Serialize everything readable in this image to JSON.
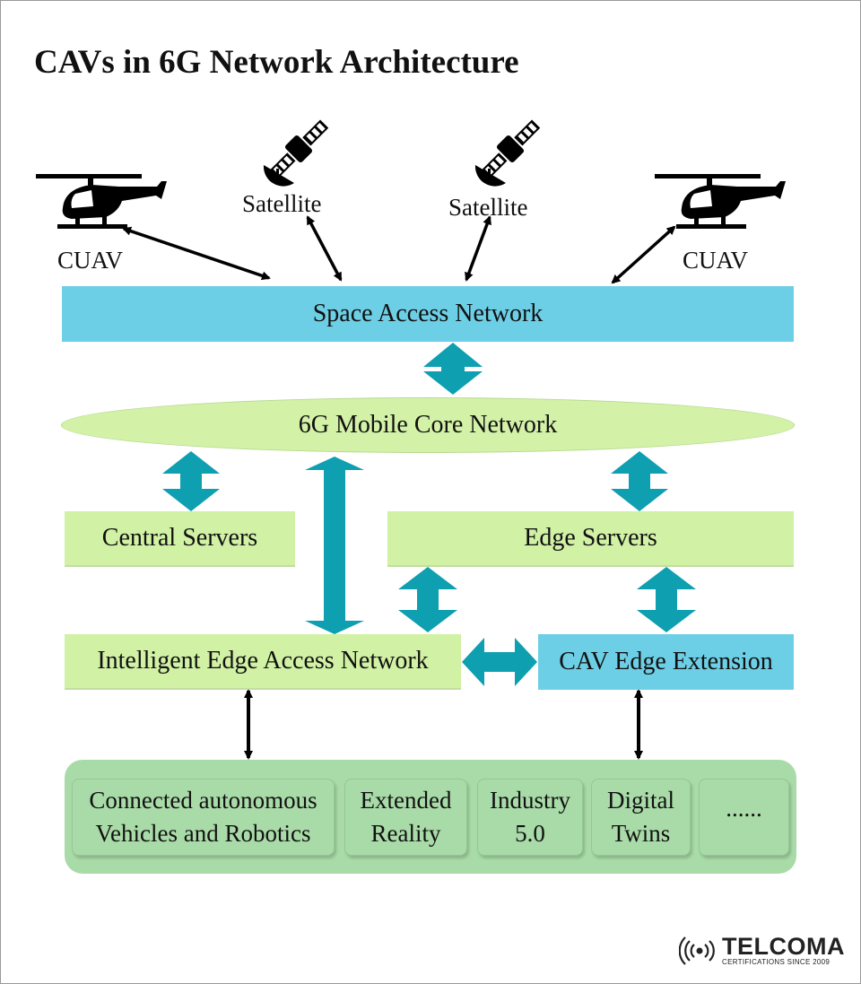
{
  "title": "CAVs in 6G Network Architecture",
  "nodes": {
    "cuav_left": "CUAV",
    "cuav_right": "CUAV",
    "satellite_left": "Satellite",
    "satellite_right": "Satellite",
    "space_access_network": "Space Access Network",
    "mobile_core_network": "6G Mobile Core Network",
    "central_servers": "Central Servers",
    "edge_servers": "Edge Servers",
    "intelligent_edge_access_network": "Intelligent Edge Access Network",
    "cav_edge_extension": "CAV Edge Extension"
  },
  "applications": [
    {
      "line1": "Connected autonomous",
      "line2": "Vehicles and Robotics"
    },
    {
      "line1": "Extended",
      "line2": "Reality"
    },
    {
      "line1": "Industry",
      "line2": "5.0"
    },
    {
      "line1": "Digital",
      "line2": "Twins"
    },
    {
      "line1": "......",
      "line2": ""
    }
  ],
  "logo": {
    "name": "TELCOMA",
    "tagline": "CERTIFICATIONS SINCE 2009"
  },
  "icons": [
    "helicopter-icon",
    "satellite-icon",
    "broadcast-icon"
  ],
  "colors": {
    "blue_box": "#6dcfe6",
    "green_box": "#d1f1a5",
    "app_green": "#a9dba8",
    "thick_arrow": "#0e9fb0",
    "thin_arrow": "#000000"
  }
}
